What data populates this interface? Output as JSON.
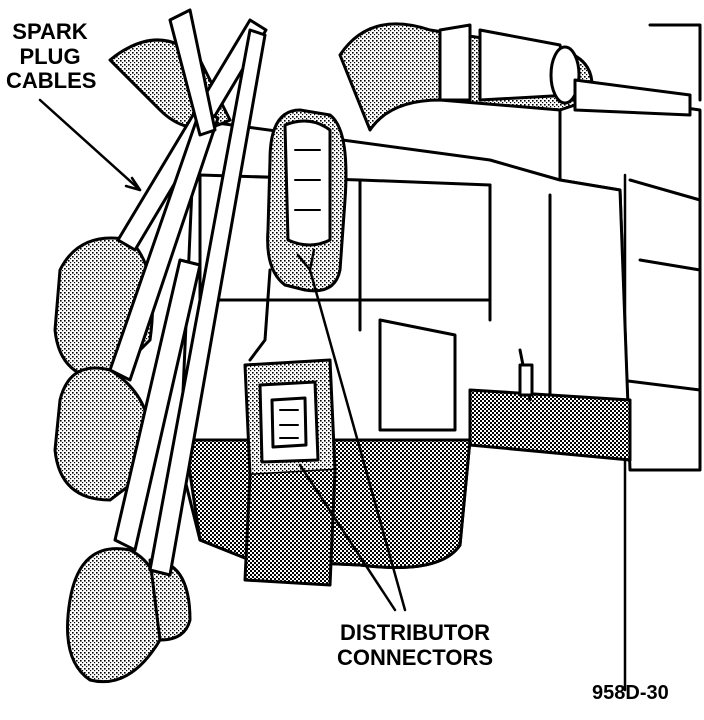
{
  "labels": {
    "spark_plug_cables": [
      "SPARK",
      "PLUG",
      "CABLES"
    ],
    "distributor_connectors": [
      "DISTRIBUTOR",
      "CONNECTORS"
    ],
    "figure_id": "958D-30"
  },
  "colors": {
    "ink": "#000000",
    "paper": "#ffffff",
    "shade": "#7a7a7a"
  }
}
